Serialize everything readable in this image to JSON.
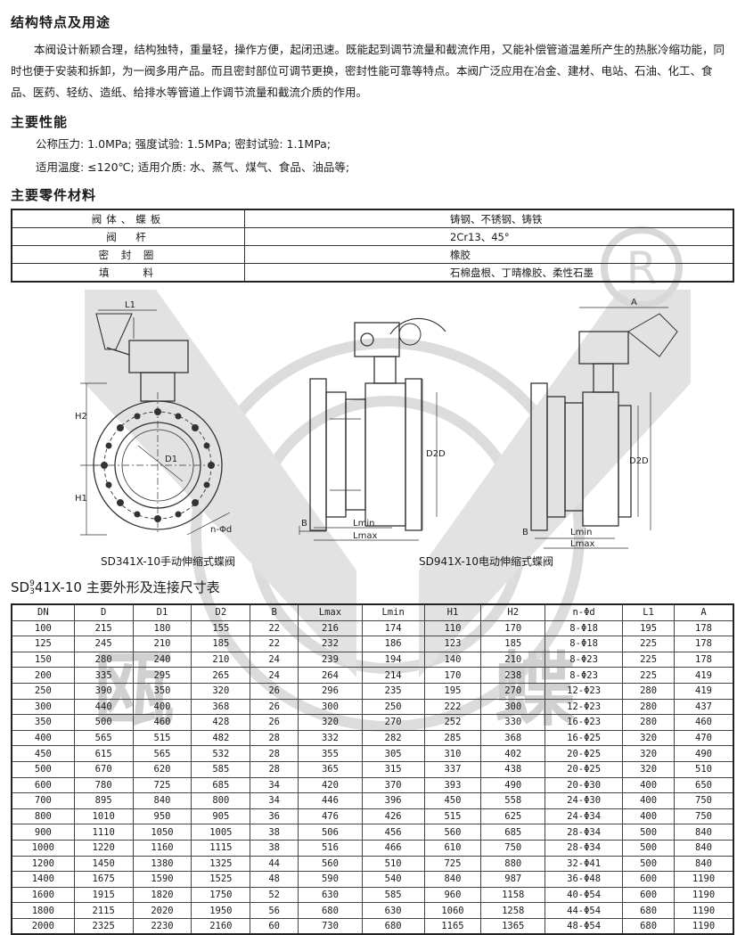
{
  "sections": {
    "structure_title": "结构特点及用途",
    "structure_text": "本阀设计新颖合理，结构独特，重量轻，操作方便，起闭迅速。既能起到调节流量和截流作用，又能补偿管道温差所产生的热胀冷缩功能，同时也便于安装和拆卸，为一阀多用产品。而且密封部位可调节更换，密封性能可靠等特点。本阀广泛应用在冶金、建材、电站、石油、化工、食品、医药、轻纺、造纸、给排水等管道上作调节流量和截流介质的作用。",
    "performance_title": "主要性能",
    "perf_line1": "公称压力: 1.0MPa;    强度试验: 1.5MPa;  密封试验: 1.1MPa;",
    "perf_line2": "适用温度: ≤120℃;   适用介质: 水、蒸气、煤气、食品、油品等;",
    "materials_title": "主要零件材料"
  },
  "materials": [
    {
      "part": "阀体、蝶板",
      "material": "铸钢、不锈钢、铸铁"
    },
    {
      "part": "阀　杆",
      "material": "2Cr13、45°"
    },
    {
      "part": "密 封 圈",
      "material": "橡胶"
    },
    {
      "part": "填　　料",
      "material": "石棉盘根、丁晴橡胶、柔性石墨"
    }
  ],
  "drawings": {
    "caption_left": "SD341X-10手动伸缩式蝶阀",
    "caption_right": "SD941X-10电动伸缩式蝶阀",
    "labels": {
      "L1": "L1",
      "H1": "H1",
      "H2": "H2",
      "D1": "D1",
      "nd": "n-Φd",
      "B": "B",
      "Lmin": "Lmin",
      "Lmax": "Lmax",
      "D2": "D2",
      "D": "D",
      "A": "A"
    }
  },
  "dim_table": {
    "title_prefix": "SD",
    "title_sup": "9",
    "title_sub": "3",
    "title_rest": "41X-10 主要外形及连接尺寸表",
    "headers": [
      "DN",
      "D",
      "D1",
      "D2",
      "B",
      "Lmax",
      "Lmin",
      "H1",
      "H2",
      "n-Φd",
      "L1",
      "A"
    ],
    "rows": [
      [
        "100",
        "215",
        "180",
        "155",
        "22",
        "216",
        "174",
        "110",
        "170",
        "8-Φ18",
        "195",
        "178"
      ],
      [
        "125",
        "245",
        "210",
        "185",
        "22",
        "232",
        "186",
        "123",
        "185",
        "8-Φ18",
        "225",
        "178"
      ],
      [
        "150",
        "280",
        "240",
        "210",
        "24",
        "239",
        "194",
        "140",
        "210",
        "8-Φ23",
        "225",
        "178"
      ],
      [
        "200",
        "335",
        "295",
        "265",
        "24",
        "264",
        "214",
        "170",
        "238",
        "8-Φ23",
        "225",
        "419"
      ],
      [
        "250",
        "390",
        "350",
        "320",
        "26",
        "296",
        "235",
        "195",
        "270",
        "12-Φ23",
        "280",
        "419"
      ],
      [
        "300",
        "440",
        "400",
        "368",
        "26",
        "300",
        "250",
        "222",
        "300",
        "12-Φ23",
        "280",
        "437"
      ],
      [
        "350",
        "500",
        "460",
        "428",
        "26",
        "320",
        "270",
        "252",
        "330",
        "16-Φ23",
        "280",
        "460"
      ],
      [
        "400",
        "565",
        "515",
        "482",
        "28",
        "332",
        "282",
        "285",
        "368",
        "16-Φ25",
        "320",
        "470"
      ],
      [
        "450",
        "615",
        "565",
        "532",
        "28",
        "355",
        "305",
        "310",
        "402",
        "20-Φ25",
        "320",
        "490"
      ],
      [
        "500",
        "670",
        "620",
        "585",
        "28",
        "365",
        "315",
        "337",
        "438",
        "20-Φ25",
        "320",
        "510"
      ],
      [
        "600",
        "780",
        "725",
        "685",
        "34",
        "420",
        "370",
        "393",
        "490",
        "20-Φ30",
        "400",
        "650"
      ],
      [
        "700",
        "895",
        "840",
        "800",
        "34",
        "446",
        "396",
        "450",
        "558",
        "24-Φ30",
        "400",
        "750"
      ],
      [
        "800",
        "1010",
        "950",
        "905",
        "36",
        "476",
        "426",
        "515",
        "625",
        "24-Φ34",
        "400",
        "750"
      ],
      [
        "900",
        "1110",
        "1050",
        "1005",
        "38",
        "506",
        "456",
        "560",
        "685",
        "28-Φ34",
        "500",
        "840"
      ],
      [
        "1000",
        "1220",
        "1160",
        "1115",
        "38",
        "516",
        "466",
        "610",
        "750",
        "28-Φ34",
        "500",
        "840"
      ],
      [
        "1200",
        "1450",
        "1380",
        "1325",
        "44",
        "560",
        "510",
        "725",
        "880",
        "32-Φ41",
        "500",
        "840"
      ],
      [
        "1400",
        "1675",
        "1590",
        "1525",
        "48",
        "590",
        "540",
        "840",
        "987",
        "36-Φ48",
        "600",
        "1190"
      ],
      [
        "1600",
        "1915",
        "1820",
        "1750",
        "52",
        "630",
        "585",
        "960",
        "1158",
        "40-Φ54",
        "600",
        "1190"
      ],
      [
        "1800",
        "2115",
        "2020",
        "1950",
        "56",
        "680",
        "630",
        "1060",
        "1258",
        "44-Φ54",
        "680",
        "1190"
      ],
      [
        "2000",
        "2325",
        "2230",
        "2160",
        "60",
        "730",
        "680",
        "1165",
        "1365",
        "48-Φ54",
        "680",
        "1190"
      ]
    ]
  },
  "watermark": {
    "char1": "瓯",
    "char2": "蝶",
    "registered": "R",
    "color": "#d4d4d4"
  }
}
